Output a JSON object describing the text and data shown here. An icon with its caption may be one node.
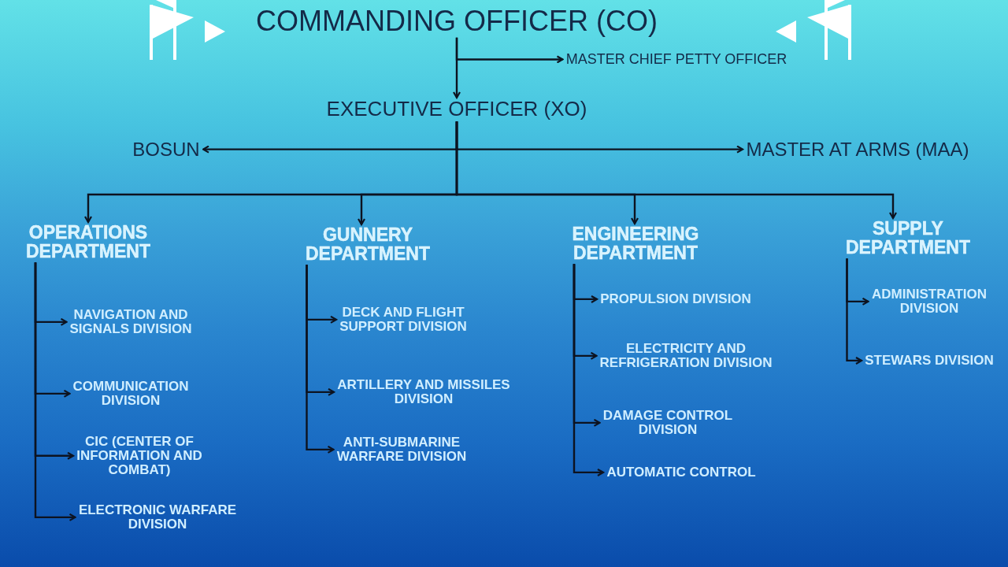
{
  "diagram": {
    "nodes": [
      {
        "text": [
          "COMMANDING OFFICER (CO)"
        ]
      },
      {
        "text": [
          "MASTER CHIEF PETTY OFFICER"
        ]
      },
      {
        "text": [
          "EXECUTIVE OFFICER (XO)"
        ]
      },
      {
        "text": [
          "BOSUN"
        ]
      },
      {
        "text": [
          "MASTER AT ARMS (MAA)"
        ]
      },
      {
        "text": [
          "OPERATIONS DEPARTMENT"
        ]
      },
      {
        "text": [
          "NAVIGATION AND SIGNALS DIVISION"
        ]
      },
      {
        "text": [
          "COMMUNICATION DIVISION"
        ]
      },
      {
        "text": [
          "CIC (CENTER OF INFORMATION AND COMBAT)"
        ]
      },
      {
        "text": [
          "ELECTRONIC WARFARE DIVISION"
        ]
      },
      {
        "text": [
          "GUNNERY DEPARTMENT"
        ]
      },
      {
        "text": [
          "DECK AND FLIGHT SUPPORT DIVISION"
        ]
      },
      {
        "text": [
          "ARTILLERY AND MISSILES DIVISION"
        ]
      },
      {
        "text": [
          "ANTI-SUBMARINE WARFARE DIVISION"
        ]
      },
      {
        "text": [
          "ENGINEERING DEPARTMENT"
        ]
      },
      {
        "text": [
          "PROPULSION DIVISION"
        ]
      },
      {
        "text": [
          "ELECTRICITY AND REFRIGERATION DIVISION"
        ]
      },
      {
        "text": [
          "DAMAGE CONTROL DIVISION"
        ]
      },
      {
        "text": [
          "AUTOMATIC CONTROL"
        ]
      },
      {
        "text": [
          "SUPPLY DEPARTMENT"
        ]
      },
      {
        "text": [
          "ADMINISTRATION DIVISION"
        ]
      },
      {
        "text": [
          "STEWARS DIVISION"
        ]
      }
    ],
    "edges": [
      {
        "from": 0,
        "to": 1,
        "arrow": "to"
      },
      {
        "from": 0,
        "to": 2,
        "arrow": "to"
      },
      {
        "from": 2,
        "to": 3,
        "arrow": "to"
      },
      {
        "from": 2,
        "to": 4,
        "arrow": "to"
      },
      {
        "from": 2,
        "to": 5,
        "arrow": "to"
      },
      {
        "from": 2,
        "to": 10,
        "arrow": "to"
      },
      {
        "from": 2,
        "to": 14,
        "arrow": "to"
      },
      {
        "from": 2,
        "to": 19,
        "arrow": "to"
      },
      {
        "from": 5,
        "to": 6,
        "arrow": "to"
      },
      {
        "from": 5,
        "to": 7,
        "arrow": "to"
      },
      {
        "from": 5,
        "to": 8,
        "arrow": "to"
      },
      {
        "from": 5,
        "to": 9,
        "arrow": "to"
      },
      {
        "from": 10,
        "to": 11,
        "arrow": "to"
      },
      {
        "from": 10,
        "to": 12,
        "arrow": "to"
      },
      {
        "from": 10,
        "to": 13,
        "arrow": "to"
      },
      {
        "from": 14,
        "to": 15,
        "arrow": "to"
      },
      {
        "from": 14,
        "to": 16,
        "arrow": "to"
      },
      {
        "from": 14,
        "to": 17,
        "arrow": "to"
      },
      {
        "from": 14,
        "to": 18,
        "arrow": "to"
      },
      {
        "from": 19,
        "to": 20,
        "arrow": "to"
      },
      {
        "from": 19,
        "to": 21,
        "arrow": "to"
      }
    ]
  }
}
